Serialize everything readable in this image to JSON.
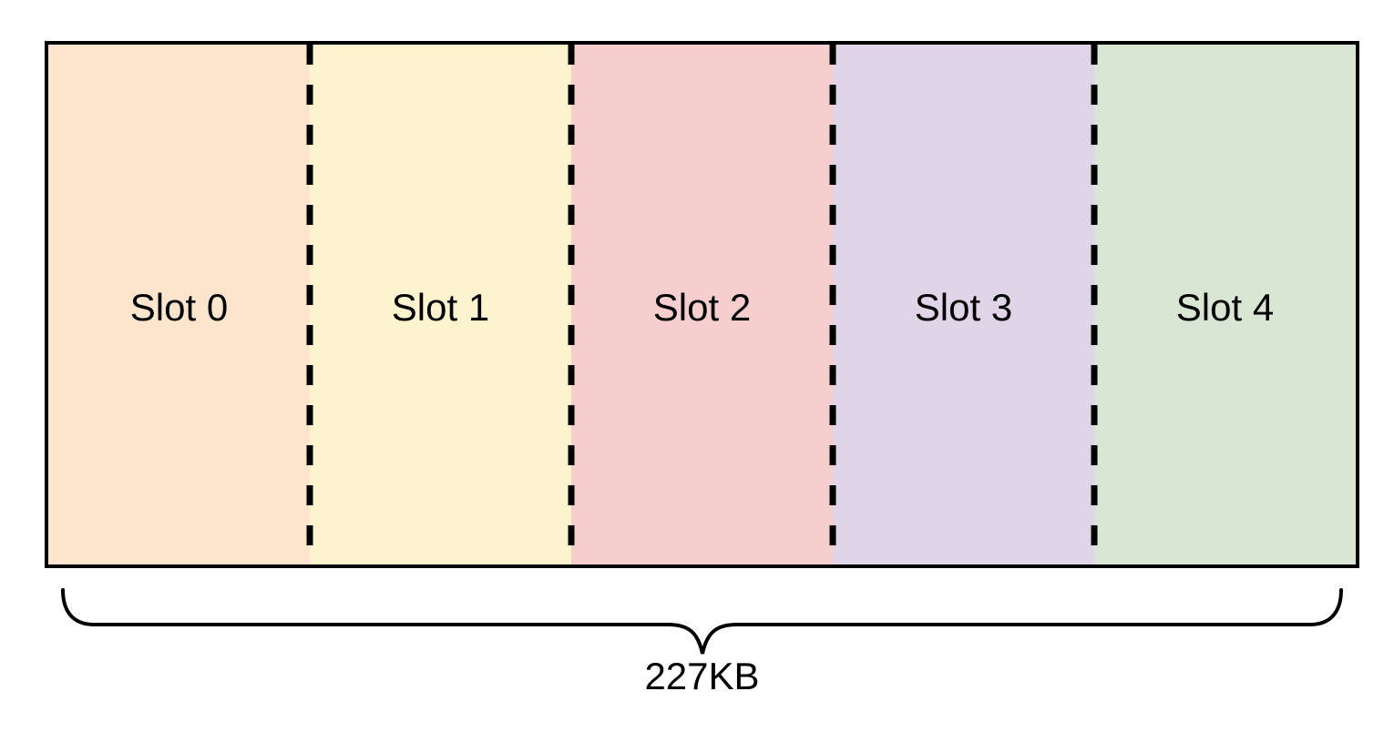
{
  "diagram": {
    "title": "memory-slots-diagram",
    "slots": [
      {
        "label": "Slot 0",
        "color": "#FCE4CD"
      },
      {
        "label": "Slot 1",
        "color": "#FDF3CF"
      },
      {
        "label": "Slot 2",
        "color": "#F6CECD"
      },
      {
        "label": "Slot 3",
        "color": "#E0D4E8"
      },
      {
        "label": "Slot 4",
        "color": "#D9E6D4"
      }
    ],
    "divider": {
      "style": "dashed",
      "color": "#000000"
    },
    "border_color": "#000000",
    "background_color": "#FFFFFF",
    "brace": {
      "label": "227KB",
      "stroke_color": "#000000"
    }
  }
}
